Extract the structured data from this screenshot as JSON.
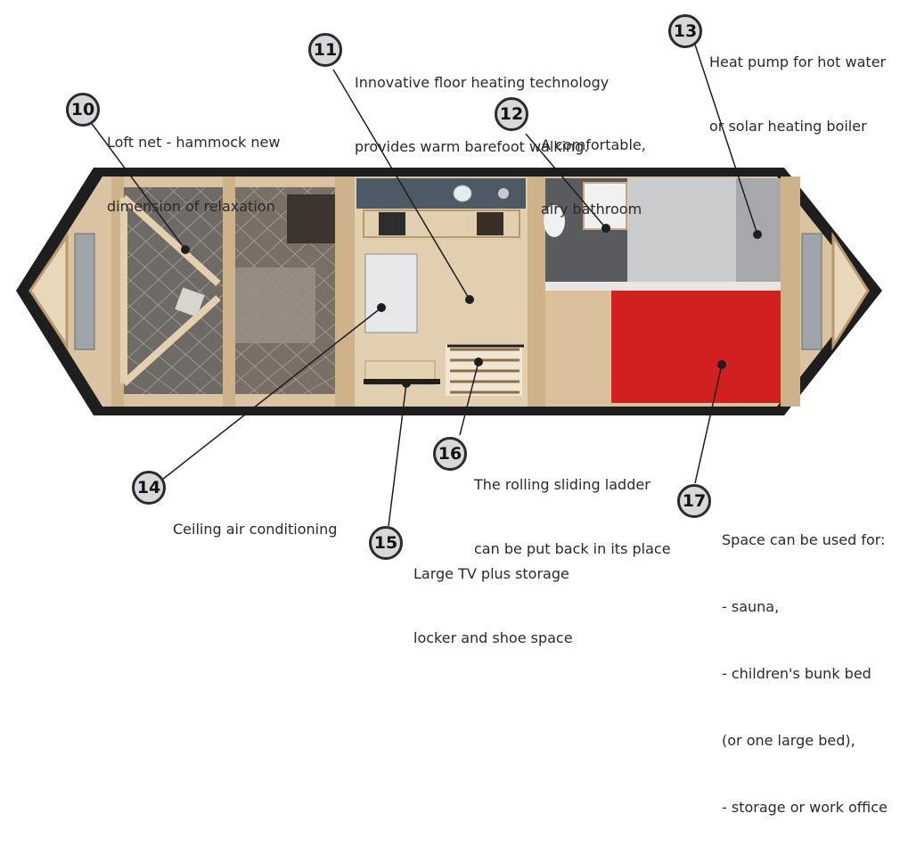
{
  "callouts": [
    {
      "number": "10",
      "lines": [
        "Loft net - hammock new",
        "dimension of relaxation"
      ]
    },
    {
      "number": "11",
      "lines": [
        "Innovative floor heating technology",
        "provides warm barefoot walking."
      ]
    },
    {
      "number": "12",
      "lines": [
        "A comfortable,",
        "airy bathroom"
      ]
    },
    {
      "number": "13",
      "lines": [
        "Heat pump for hot water",
        "or solar heating boiler"
      ]
    },
    {
      "number": "14",
      "lines": [
        "Ceiling air conditioning"
      ]
    },
    {
      "number": "15",
      "lines": [
        "Large TV plus storage",
        "locker and shoe space"
      ]
    },
    {
      "number": "16",
      "lines": [
        "The rolling sliding ladder",
        "can be put back in its place"
      ]
    },
    {
      "number": "17",
      "lines": [
        "Space can be used for:",
        "- sauna,",
        "- children's bunk bed",
        "(or one large bed),",
        "- storage or work office"
      ]
    }
  ],
  "colors": {
    "wood": "#d9c3a0",
    "wood_dark": "#b89a72",
    "wall": "#2a2a2a",
    "floor": "#e2cfb0",
    "red_bed": "#d21f1f",
    "tile": "#5a5b5e",
    "counter": "#4d5a66"
  }
}
